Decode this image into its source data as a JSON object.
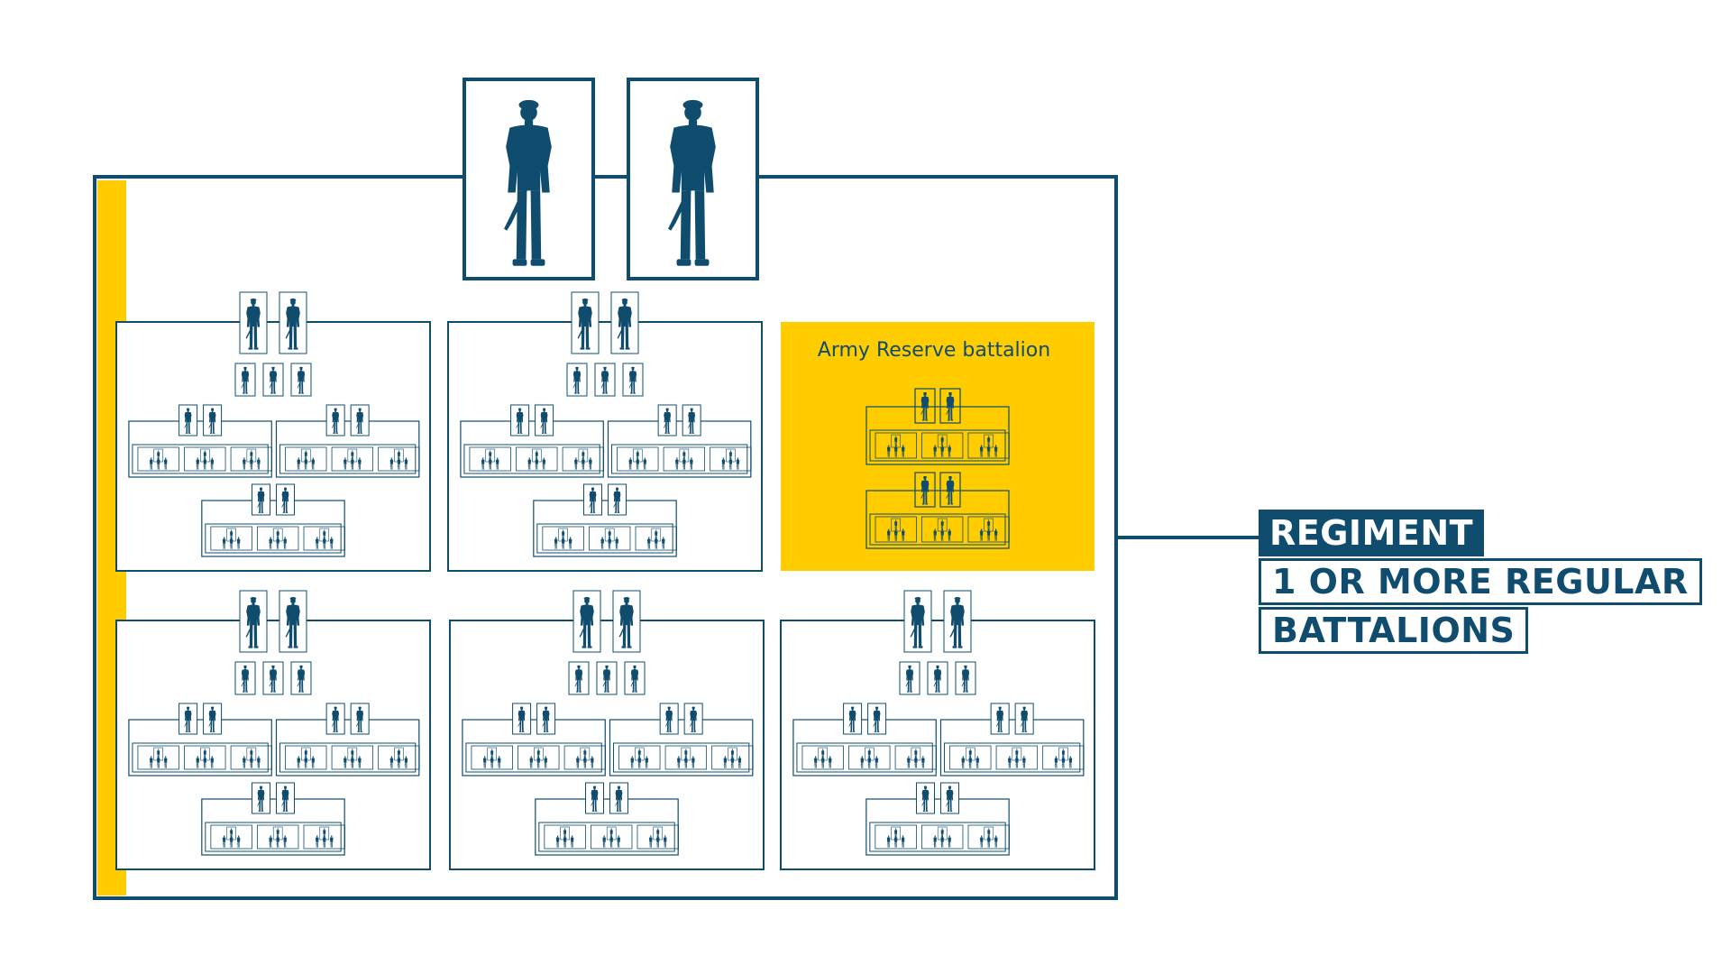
{
  "colors": {
    "navy": "#0f4c6e",
    "yellow": "#ffcc00",
    "white": "#ffffff"
  },
  "icons": {
    "person": "soldier-silhouette-icon"
  },
  "regiment": {
    "label_line1": "REGIMENT",
    "label_line2": "1 OR MORE REGULAR",
    "label_line3": "BATTALIONS"
  },
  "reserve_battalion": {
    "title": "Army Reserve battalion"
  }
}
